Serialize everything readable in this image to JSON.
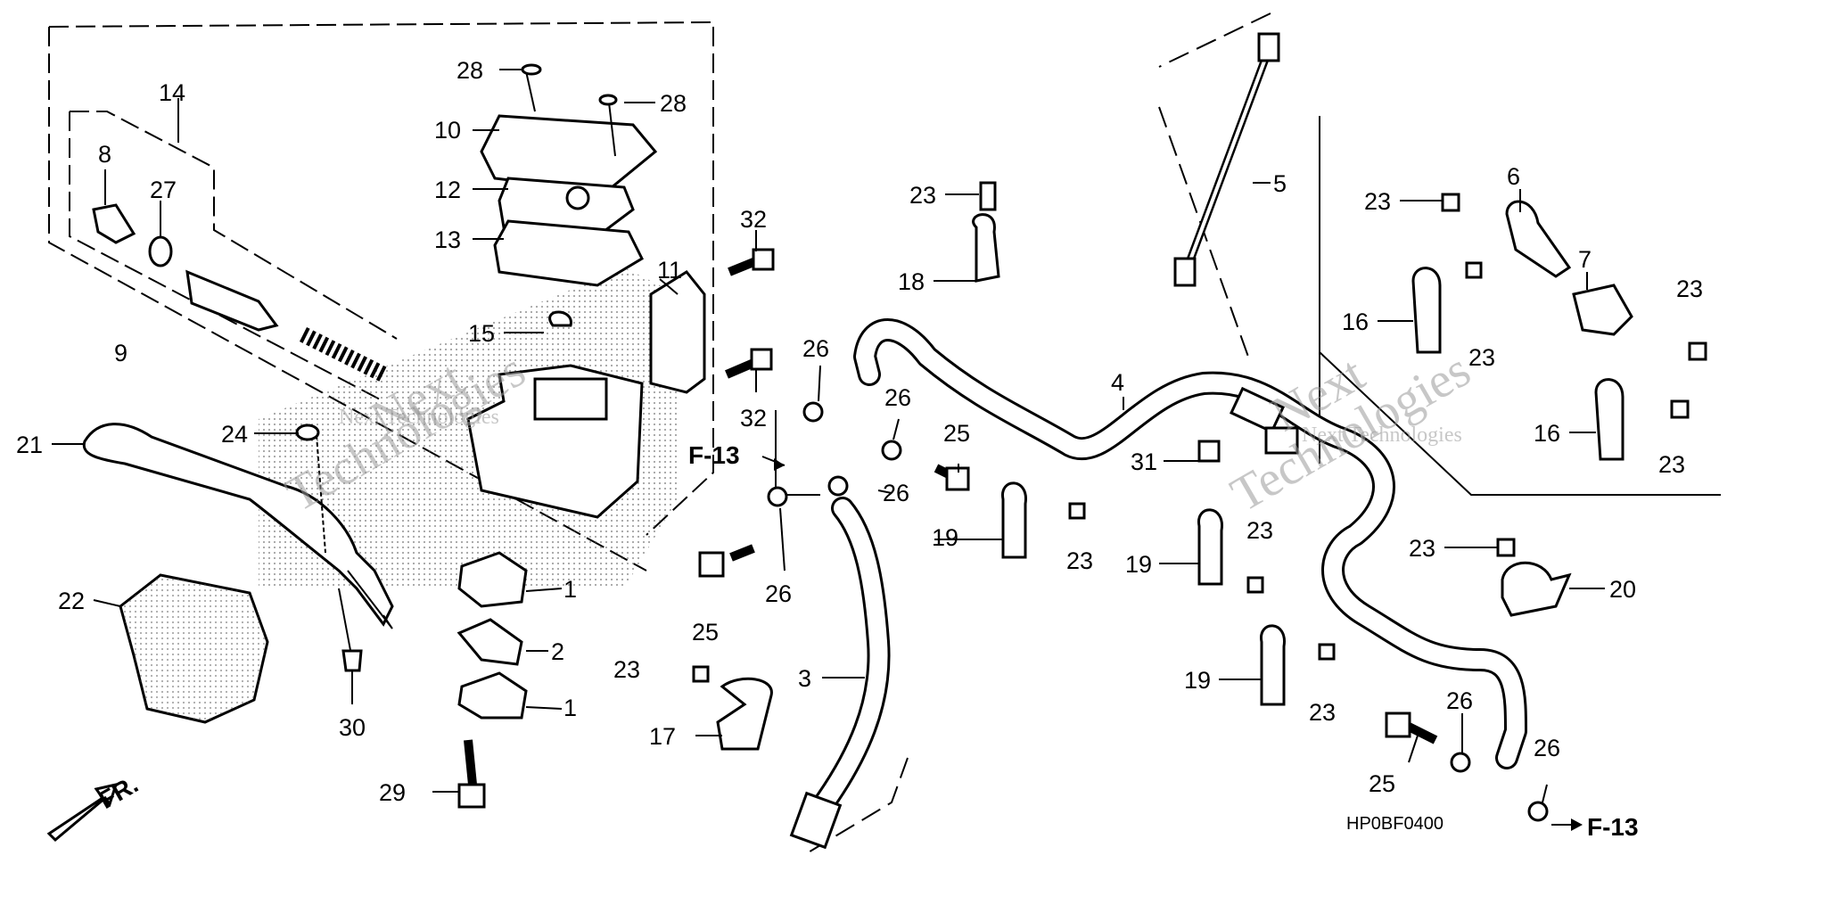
{
  "callouts": [
    {
      "id": "c28a",
      "text": "28"
    },
    {
      "id": "c28b",
      "text": "28"
    },
    {
      "id": "c10",
      "text": "10"
    },
    {
      "id": "c12",
      "text": "12"
    },
    {
      "id": "c13",
      "text": "13"
    },
    {
      "id": "c14",
      "text": "14"
    },
    {
      "id": "c8",
      "text": "8"
    },
    {
      "id": "c27",
      "text": "27"
    },
    {
      "id": "c9",
      "text": "9"
    },
    {
      "id": "c11",
      "text": "11"
    },
    {
      "id": "c15",
      "text": "15"
    },
    {
      "id": "c32a",
      "text": "32"
    },
    {
      "id": "c32b",
      "text": "32"
    },
    {
      "id": "c21",
      "text": "21"
    },
    {
      "id": "c24",
      "text": "24"
    },
    {
      "id": "c22",
      "text": "22"
    },
    {
      "id": "c30",
      "text": "30"
    },
    {
      "id": "c1a",
      "text": "1"
    },
    {
      "id": "c2",
      "text": "2"
    },
    {
      "id": "c1b",
      "text": "1"
    },
    {
      "id": "c29",
      "text": "29"
    },
    {
      "id": "c26a",
      "text": "26"
    },
    {
      "id": "c26b",
      "text": "26"
    },
    {
      "id": "c26c",
      "text": "26"
    },
    {
      "id": "c26d",
      "text": "26"
    },
    {
      "id": "c26e",
      "text": "26"
    },
    {
      "id": "c26f",
      "text": "26"
    },
    {
      "id": "c25a",
      "text": "25"
    },
    {
      "id": "c25b",
      "text": "25"
    },
    {
      "id": "c25c",
      "text": "25"
    },
    {
      "id": "c23a",
      "text": "23"
    },
    {
      "id": "c23b",
      "text": "23"
    },
    {
      "id": "c23c",
      "text": "23"
    },
    {
      "id": "c23d",
      "text": "23"
    },
    {
      "id": "c23e",
      "text": "23"
    },
    {
      "id": "c23f",
      "text": "23"
    },
    {
      "id": "c23g",
      "text": "23"
    },
    {
      "id": "c23h",
      "text": "23"
    },
    {
      "id": "c23i",
      "text": "23"
    },
    {
      "id": "c23j",
      "text": "23"
    },
    {
      "id": "c18",
      "text": "18"
    },
    {
      "id": "c5",
      "text": "5"
    },
    {
      "id": "c4",
      "text": "4"
    },
    {
      "id": "c3",
      "text": "3"
    },
    {
      "id": "c17",
      "text": "17"
    },
    {
      "id": "c19a",
      "text": "19"
    },
    {
      "id": "c19b",
      "text": "19"
    },
    {
      "id": "c19c",
      "text": "19"
    },
    {
      "id": "c31",
      "text": "31"
    },
    {
      "id": "c6",
      "text": "6"
    },
    {
      "id": "c7",
      "text": "7"
    },
    {
      "id": "c16a",
      "text": "16"
    },
    {
      "id": "c16b",
      "text": "16"
    },
    {
      "id": "c20",
      "text": "20"
    }
  ],
  "references": {
    "f13_left": "F-13",
    "f13_right": "F-13"
  },
  "front_label": "FR.",
  "diagram_code": "HP0BF0400",
  "watermark": {
    "line1": "Next",
    "line2": "Technologies",
    "brand": "Next Technologies"
  },
  "colors": {
    "ink": "#000000",
    "paper": "#ffffff",
    "watermark": "#9a9a9a"
  }
}
